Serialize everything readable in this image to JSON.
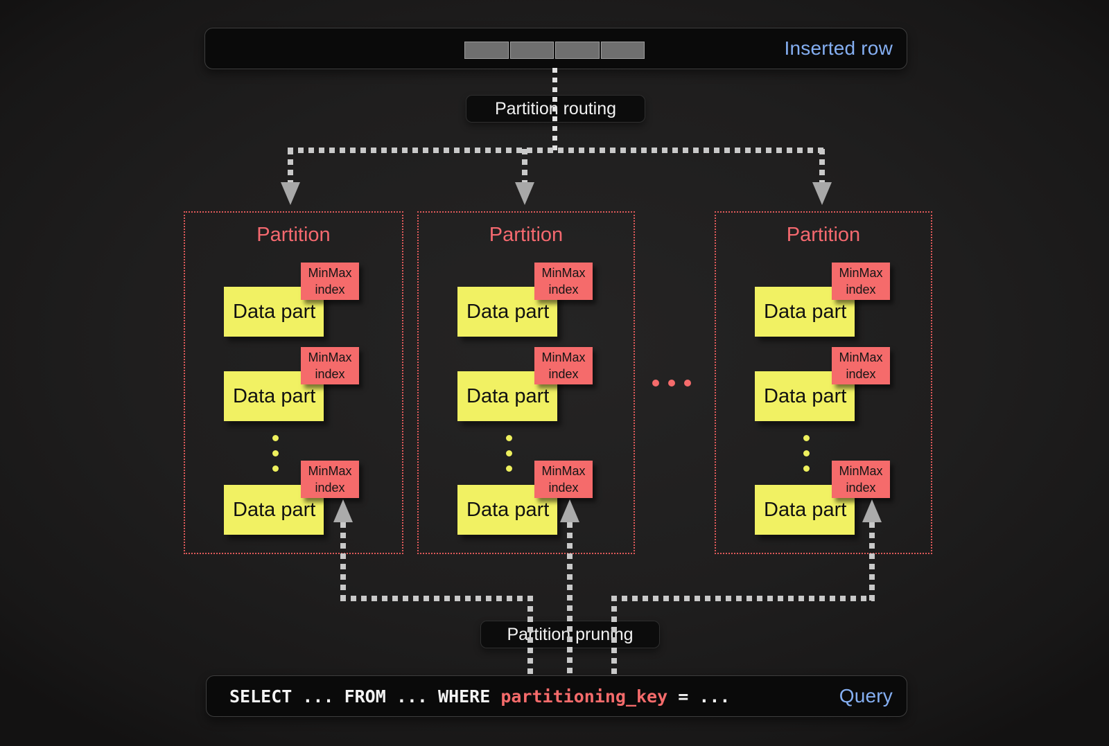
{
  "colors": {
    "page_background": "#1f1e1e",
    "panel_background": "#0a0a0a",
    "accent_blue": "#85aff2",
    "partition_red": "#e05a5a",
    "title_red": "#f4696f",
    "tag_red": "#f56b6b",
    "part_yellow": "#f1f163",
    "line_gray": "#c9c9c9",
    "arrow_gray": "#a8a8a8",
    "row_cell_gray": "#6f6f6f"
  },
  "inserted_row": {
    "label": "Inserted row",
    "cell_count": 4
  },
  "routing": {
    "label": "Partition routing"
  },
  "pruning": {
    "label": "Partition pruning"
  },
  "ellipsis": "...",
  "partitions": [
    {
      "title": "Partition",
      "parts": [
        {
          "label": "Data part",
          "tag": "MinMax index"
        },
        {
          "label": "Data part",
          "tag": "MinMax index"
        },
        {
          "label": "Data part",
          "tag": "MinMax index"
        }
      ]
    },
    {
      "title": "Partition",
      "parts": [
        {
          "label": "Data part",
          "tag": "MinMax index"
        },
        {
          "label": "Data part",
          "tag": "MinMax index"
        },
        {
          "label": "Data part",
          "tag": "MinMax index"
        }
      ]
    },
    {
      "title": "Partition",
      "parts": [
        {
          "label": "Data part",
          "tag": "MinMax index"
        },
        {
          "label": "Data part",
          "tag": "MinMax index"
        },
        {
          "label": "Data part",
          "tag": "MinMax index"
        }
      ]
    }
  ],
  "query": {
    "select_clause": "SELECT ... FROM ... WHERE ",
    "key": "partitioning_key",
    "tail": " = ...",
    "label": "Query"
  }
}
